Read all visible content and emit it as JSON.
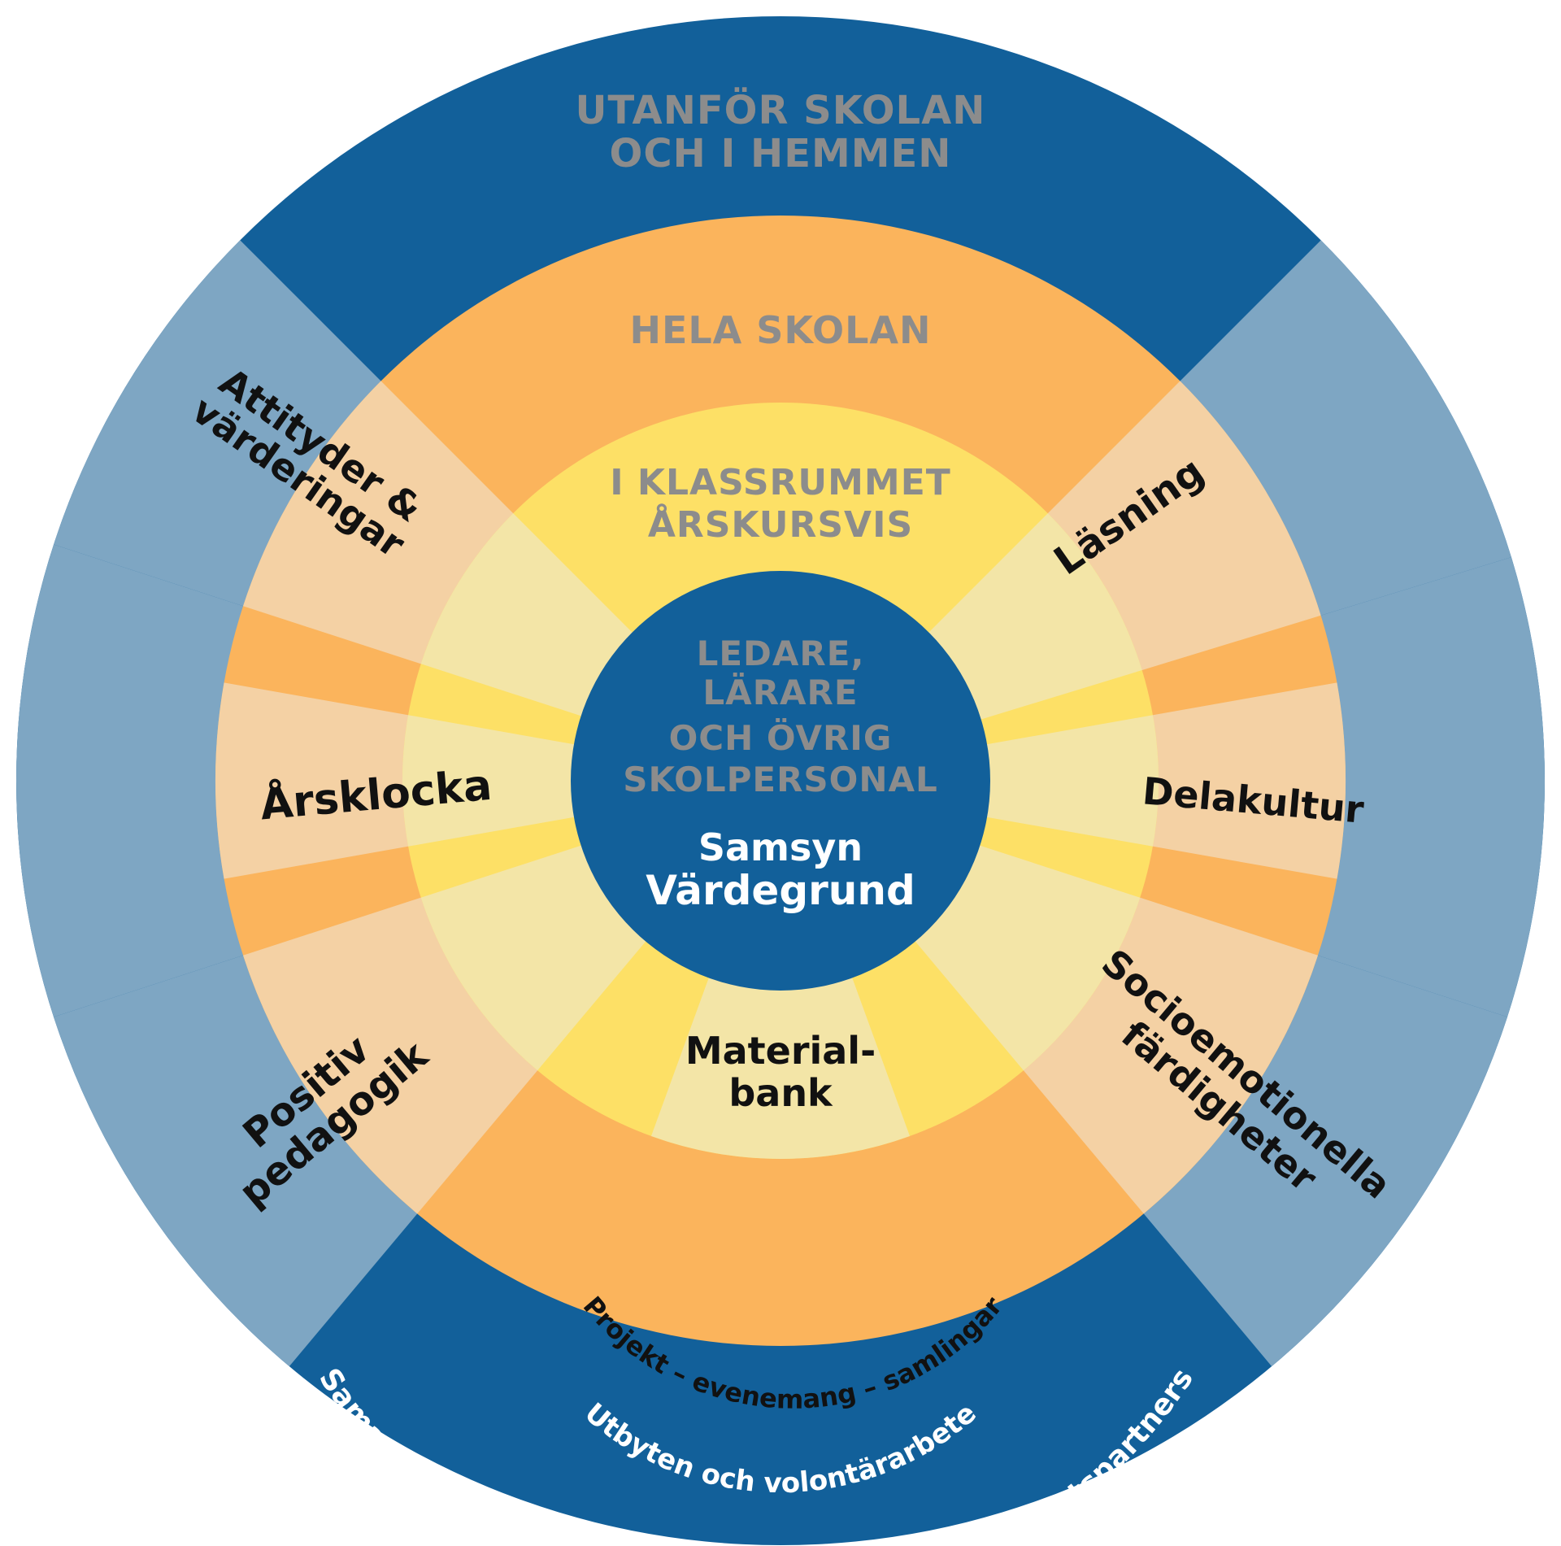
{
  "colors": {
    "outer_dark": "#12609a",
    "outer_light": "#7ea6c3",
    "orange": "#fbb45c",
    "peach": "#f4d1a4",
    "yellow": "#fde066",
    "pale_yellow": "#f3e5a7",
    "center": "#12609a",
    "ring_label": "#8c8c8c",
    "sector_label": "#111111",
    "white": "#ffffff"
  },
  "rings": {
    "outer": "UTANFÖR SKOLAN",
    "outer_2": "OCH I HEMMEN",
    "school": "HELA SKOLAN",
    "classroom": "I KLASSRUMMET",
    "classroom_2": "ÅRSKURSVIS",
    "center_1": "LEDARE,",
    "center_2": "LÄRARE",
    "center_3": "OCH ÖVRIG",
    "center_4": "SKOLPERSONAL"
  },
  "center": {
    "line1": "Samsyn",
    "line2": "Värdegrund"
  },
  "sectors": {
    "attityder_1": "Attityder &",
    "attityder_2": "värderingar",
    "lasning": "Läsning",
    "arsklocka": "Årsklocka",
    "delakultur": "Delakultur",
    "positiv_1": "Positiv",
    "positiv_2": "pedagogik",
    "socio_1": "Socioemotionella",
    "socio_2": "färdigheter",
    "material_1": "Material-",
    "material_2": "bank"
  },
  "arcs": {
    "projekt": "Projekt – evenemang – samlingar",
    "utbyten": "Utbyten och volontärarbete",
    "samarbete": "Samarbete med bibliotek, andra skolor och samarbetspartners"
  }
}
